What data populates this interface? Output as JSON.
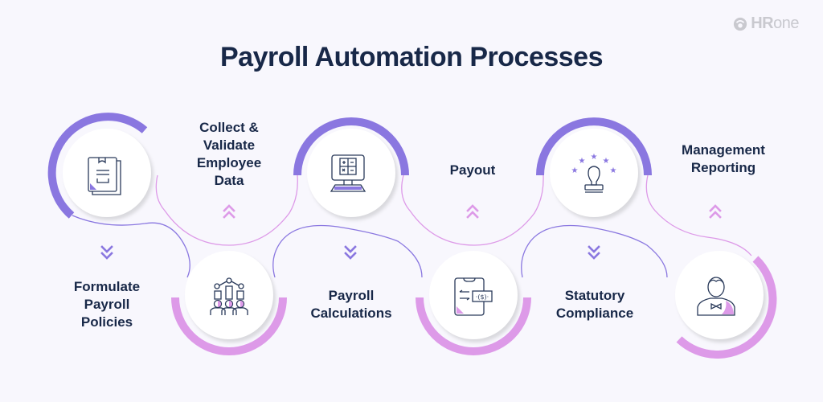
{
  "brand": {
    "logo_bold": "HR",
    "logo_light": "one"
  },
  "title": "Payroll Automation Processes",
  "colors": {
    "background": "#f8f7fd",
    "text_dark": "#182848",
    "purple": "#8a77e0",
    "pink": "#dd9ae8",
    "ring_shadow": "#e2e2e6"
  },
  "steps": [
    {
      "id": 1,
      "label": "Formulate\nPayroll\nPolicies",
      "icon": "clipboard-document-icon",
      "position": "top",
      "arrow": "down-chevron-double",
      "accent": "purple"
    },
    {
      "id": 2,
      "label": "Collect &\nValidate\nEmployee\nData",
      "icon": "team-hierarchy-icon",
      "position": "bottom",
      "arrow": "up-chevron-double",
      "accent": "pink"
    },
    {
      "id": 3,
      "label": "Payroll\nCalculations",
      "icon": "computer-calculator-icon",
      "position": "top",
      "arrow": "down-chevron-double",
      "accent": "purple"
    },
    {
      "id": 4,
      "label": "Payout",
      "icon": "mobile-money-transfer-icon",
      "position": "bottom",
      "arrow": "up-chevron-double",
      "accent": "pink"
    },
    {
      "id": 5,
      "label": "Statutory\nCompliance",
      "icon": "stamp-stars-icon",
      "position": "top",
      "arrow": "down-chevron-double",
      "accent": "purple"
    },
    {
      "id": 6,
      "label": "Management\nReporting",
      "icon": "manager-person-icon",
      "position": "bottom",
      "arrow": "up-chevron-double",
      "accent": "pink"
    }
  ]
}
